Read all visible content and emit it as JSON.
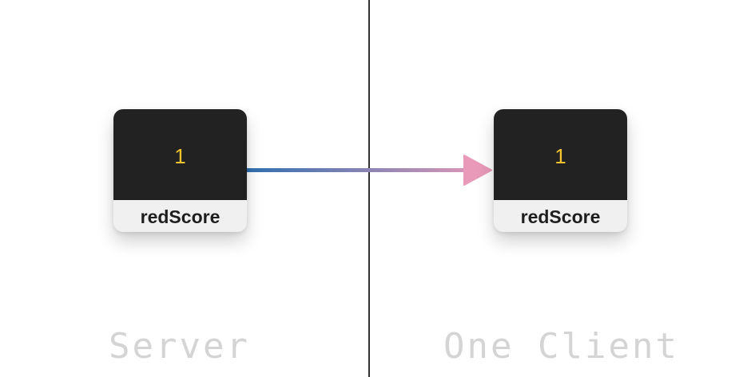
{
  "diagram": {
    "server": {
      "variable_name": "redScore",
      "variable_value": "1",
      "section_label": "Server"
    },
    "client": {
      "variable_name": "redScore",
      "variable_value": "1",
      "section_label": "One Client"
    },
    "colors": {
      "card_dark": "#222222",
      "card_light": "#f0f0f0",
      "value_text": "#f4c430",
      "divider": "#333333",
      "arrow_start": "#2f6fb0",
      "arrow_end": "#e89ab8",
      "section_label": "#d4d4d4"
    }
  }
}
